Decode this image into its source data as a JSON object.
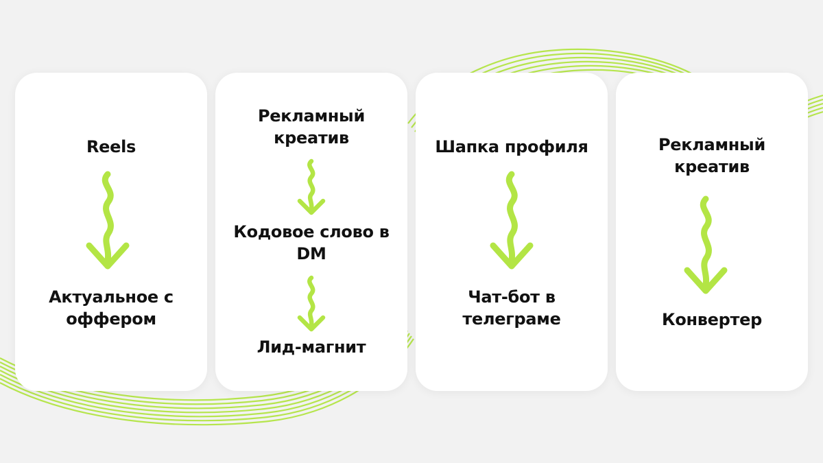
{
  "accent_color": "#b3e545",
  "background_color": "#f2f2f2",
  "cards": [
    {
      "steps": [
        {
          "text": "Reels"
        },
        {
          "text": "Актуальное с оффером"
        }
      ]
    },
    {
      "steps": [
        {
          "text": "Рекламный креатив"
        },
        {
          "text": "Кодовое слово в DM"
        },
        {
          "text": "Лид-магнит"
        }
      ]
    },
    {
      "steps": [
        {
          "text": "Шапка профиля"
        },
        {
          "text": "Чат-бот в телеграме"
        }
      ]
    },
    {
      "steps": [
        {
          "text": "Рекламный креатив"
        },
        {
          "text": "Конвертер"
        }
      ]
    }
  ],
  "icons": {
    "flow_arrow": "squiggly-down-arrow-icon"
  }
}
